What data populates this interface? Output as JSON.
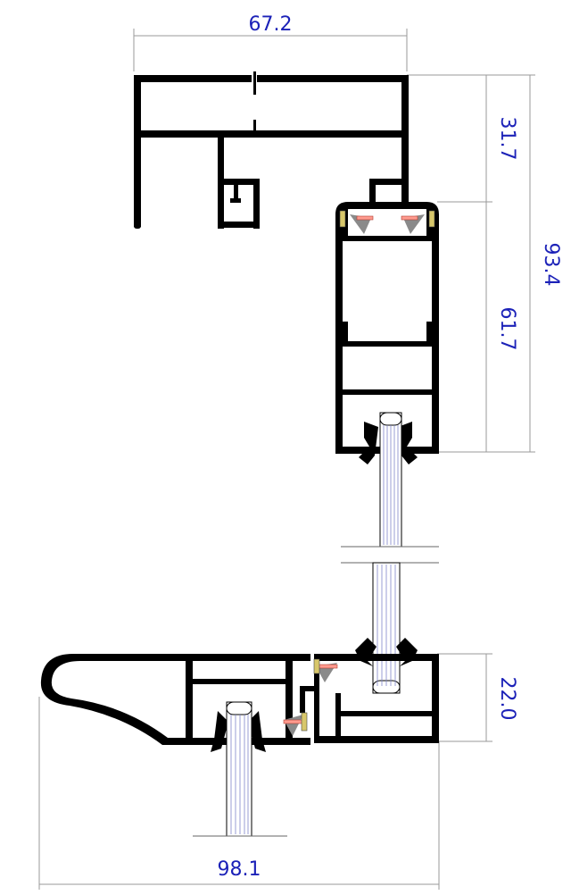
{
  "dimensions": {
    "top_width": "67.2",
    "upper_height": "31.7",
    "sash_height": "61.7",
    "total_height": "93.4",
    "sill_height": "22.0",
    "bottom_width": "98.1"
  },
  "colors": {
    "dimension_text": "#1c22b8",
    "profile": "#000000",
    "screw": "#ff9b8f",
    "dimension_line": "#9a9a9a"
  }
}
